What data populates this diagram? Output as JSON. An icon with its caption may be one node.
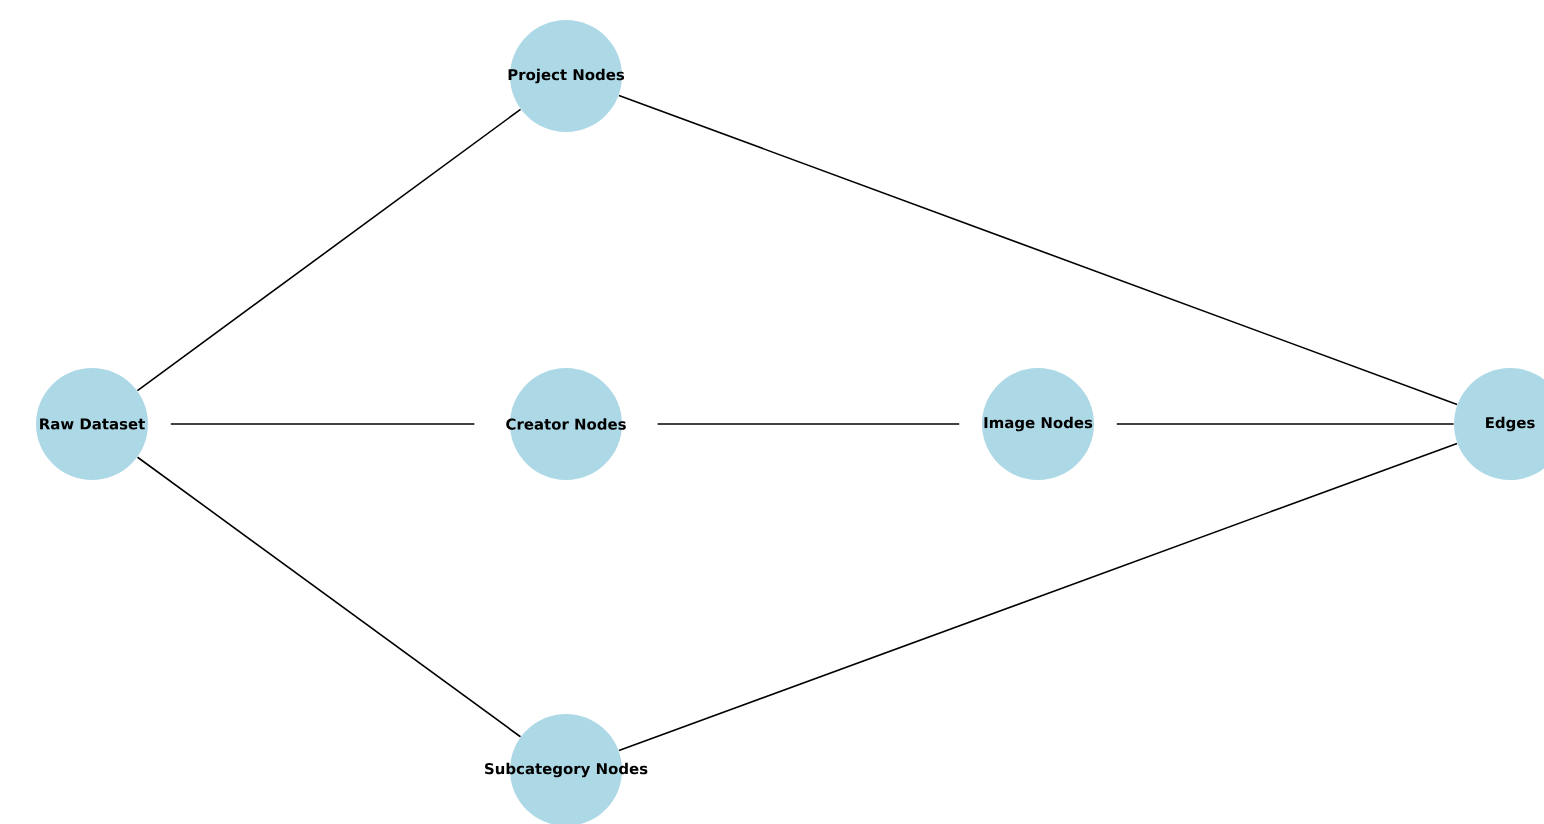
{
  "diagram": {
    "nodes": [
      {
        "text": [
          "Raw Dataset"
        ]
      },
      {
        "text": [
          "Project Nodes"
        ]
      },
      {
        "text": [
          "Creator Nodes"
        ]
      },
      {
        "text": [
          "Subcategory Nodes"
        ]
      },
      {
        "text": [
          "Image Nodes"
        ]
      },
      {
        "text": [
          "Edges"
        ]
      }
    ],
    "edges": [
      {
        "from": 0,
        "to": 1,
        "arrow": "none"
      },
      {
        "from": 0,
        "to": 2,
        "arrow": "none"
      },
      {
        "from": 0,
        "to": 3,
        "arrow": "none"
      },
      {
        "from": 1,
        "to": 5,
        "arrow": "none"
      },
      {
        "from": 2,
        "to": 4,
        "arrow": "none"
      },
      {
        "from": 4,
        "to": 5,
        "arrow": "none"
      },
      {
        "from": 3,
        "to": 5,
        "arrow": "none"
      }
    ]
  }
}
